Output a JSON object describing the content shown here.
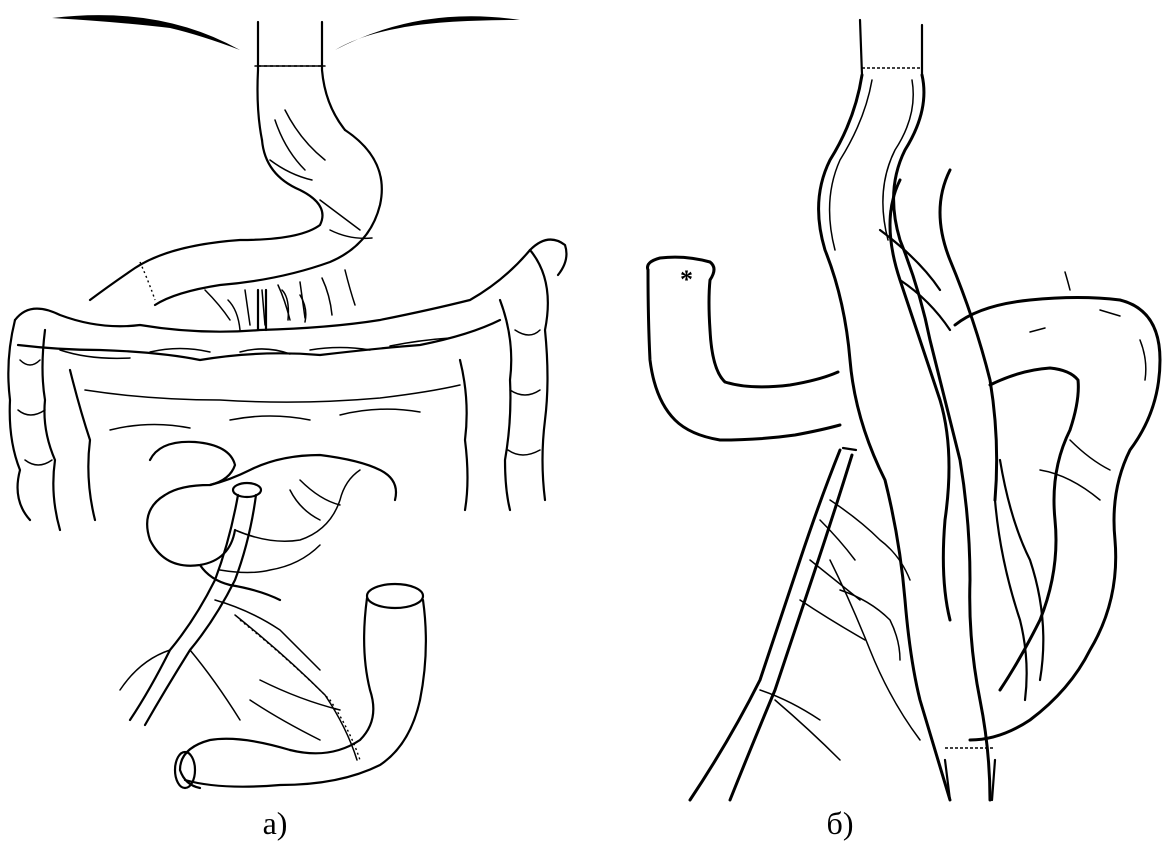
{
  "figure": {
    "panels": [
      {
        "id": "a",
        "caption": "а)"
      },
      {
        "id": "b",
        "caption": "б)"
      }
    ],
    "panel_b_marker": "*"
  }
}
